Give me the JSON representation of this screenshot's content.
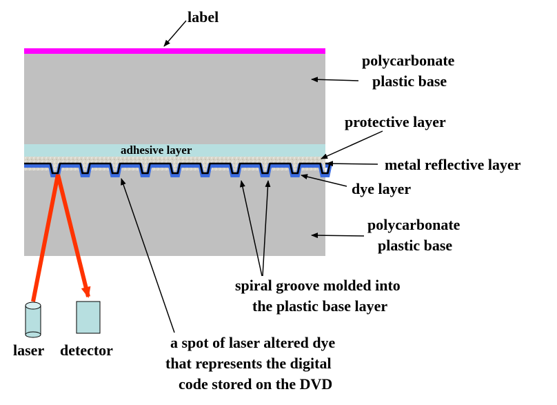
{
  "labels": {
    "label": "label",
    "top_base_line1": "polycarbonate",
    "top_base_line2": "plastic base",
    "protective_layer": "protective layer",
    "adhesive_layer": "adhesive layer",
    "metal_reflective_layer": "metal reflective layer",
    "dye_layer": "dye layer",
    "bottom_base_line1": "polycarbonate",
    "bottom_base_line2": "plastic base",
    "groove_line1": "spiral groove molded into",
    "groove_line2": "the plastic base layer",
    "spot_line1": "a spot of laser altered dye",
    "spot_line2": "that represents the digital",
    "spot_line3": "code stored on the DVD",
    "laser": "laser",
    "detector": "detector"
  },
  "colors": {
    "label_layer": "#ff00ff",
    "plastic_base": "#c0c0c0",
    "adhesive_layer": "#b7dfe0",
    "dye_layer": "#3a6be0",
    "metal_layer": "#000000",
    "laser_beam": "#ff3300",
    "detector_fill": "#b7dfe0",
    "laser_fill": "#b7dfe0"
  }
}
